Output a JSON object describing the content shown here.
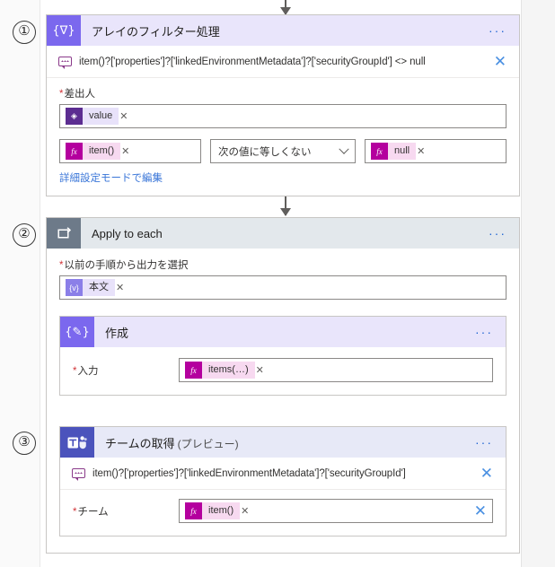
{
  "page": {
    "background": "#f5f5f5",
    "accent_blue": "#2266d3",
    "required_marker": "*",
    "link_color": "#3a76d8"
  },
  "steps": [
    {
      "number": "①",
      "name": "filter-array",
      "title": "アレイのフィルター処理",
      "subtitle": "",
      "icon": "filter-array-icon",
      "icon_glyph": "{∇}",
      "icon_color": "#7B68EE",
      "header_bg": "#e9e5fb",
      "menu": "···",
      "comment": {
        "icon": "comment-icon",
        "text": "item()?['properties']?['linkedEnvironmentMetadata']?['securityGroupId'] <> null",
        "close": "✕"
      },
      "from_field": {
        "label": "差出人",
        "required": true,
        "token": {
          "badge": "dynamic-content-icon",
          "badge_glyph": "◈",
          "text": "value",
          "remove": "✕"
        }
      },
      "condition": {
        "left_token": {
          "badge_glyph": "fx",
          "text": "item()",
          "remove": "✕"
        },
        "operator": "次の値に等しくない",
        "right_token": {
          "badge_glyph": "fx",
          "text": "null",
          "remove": "✕"
        }
      },
      "advanced_link": "詳細設定モードで編集"
    },
    {
      "number": "②",
      "name": "apply-to-each",
      "title": "Apply to each",
      "subtitle": "",
      "icon": "loop-icon",
      "icon_glyph": "⟲",
      "icon_color": "#6d7a89",
      "header_bg": "#e3e8ec",
      "menu": "···",
      "select_output": {
        "label": "以前の手順から出力を選択",
        "required": true,
        "token": {
          "badge_glyph": "{v}",
          "text": "本文",
          "remove": "✕"
        }
      },
      "inner": {
        "number": "",
        "name": "compose",
        "title": "作成",
        "icon": "compose-icon",
        "icon_glyph": "{✎}",
        "icon_color": "#7B68EE",
        "header_bg": "#e9e5fb",
        "menu": "···",
        "input_field": {
          "label": "入力",
          "required": true,
          "token": {
            "badge_glyph": "fx",
            "text": "items(…)",
            "remove": "✕"
          }
        }
      }
    },
    {
      "number": "③",
      "name": "get-team",
      "title": "チームの取得",
      "subtitle": "(プレビュー)",
      "icon": "microsoft-teams-icon",
      "icon_glyph": "T",
      "icon_color": "#4b53bc",
      "header_bg": "#e7e9f7",
      "menu": "···",
      "comment": {
        "icon": "comment-icon",
        "text": "item()?['properties']?['linkedEnvironmentMetadata']?['securityGroupId']",
        "close": "✕"
      },
      "team_field": {
        "label": "チーム",
        "required": true,
        "token": {
          "badge_glyph": "fx",
          "text": "item()",
          "remove": "✕"
        },
        "clear": "✕"
      }
    }
  ]
}
